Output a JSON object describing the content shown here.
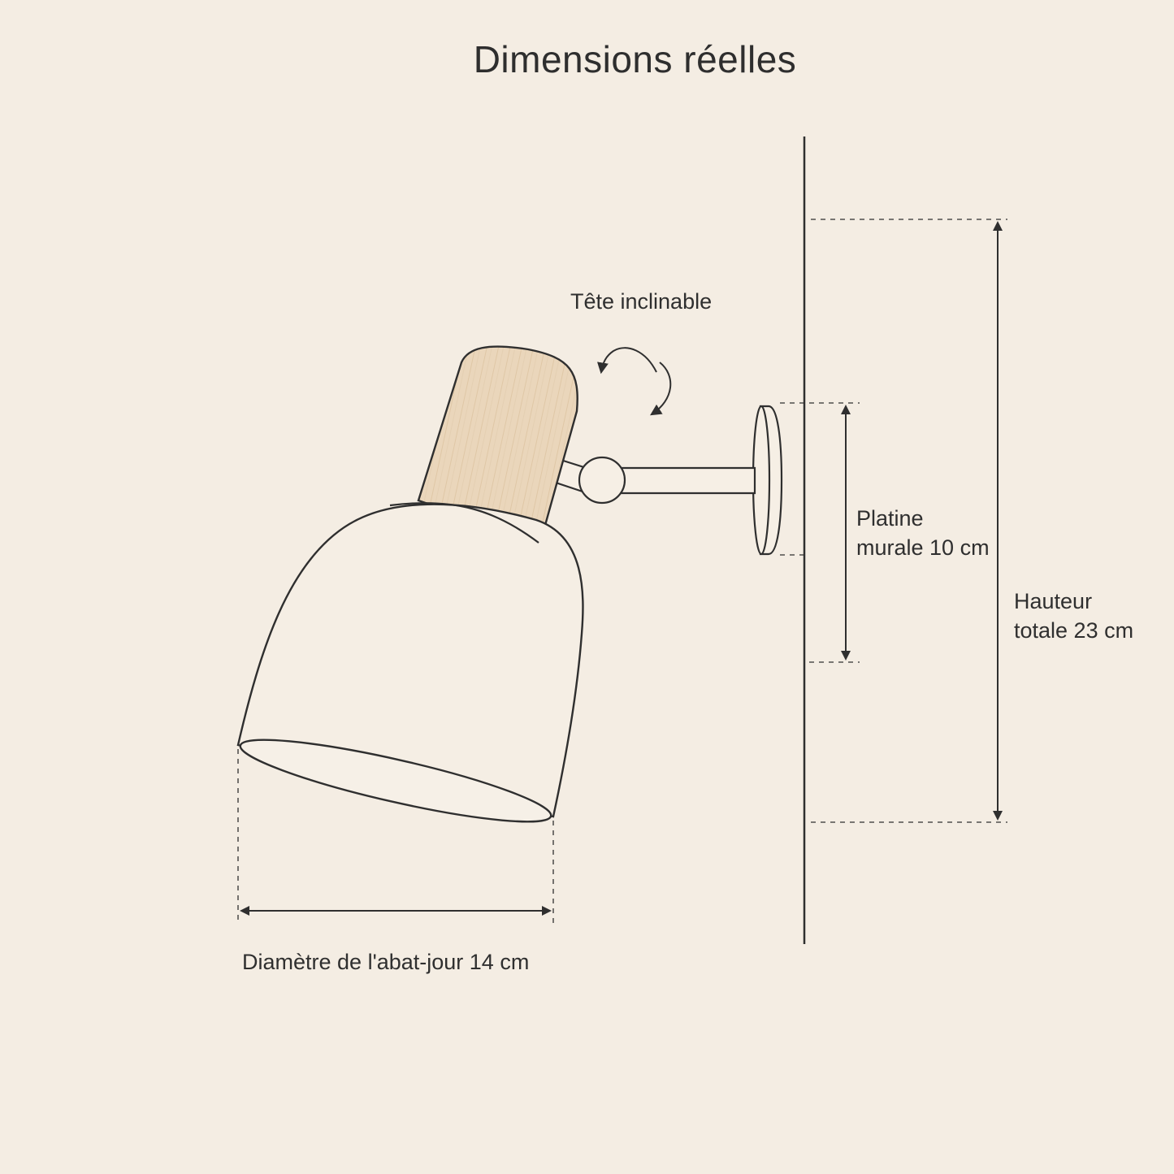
{
  "title": "Dimensions réelles",
  "labels": {
    "tilt_head": "Tête inclinable",
    "wall_plate_line1": "Platine",
    "wall_plate_line2": "murale 10 cm",
    "height_line1": "Hauteur",
    "height_line2": "totale 23 cm",
    "shade_diameter": "Diamètre de l'abat-jour 14 cm"
  },
  "colors": {
    "background": "#f4ede3",
    "line": "#2f2f2f",
    "wood": "#ead6bb",
    "shade": "#f5eee4"
  }
}
